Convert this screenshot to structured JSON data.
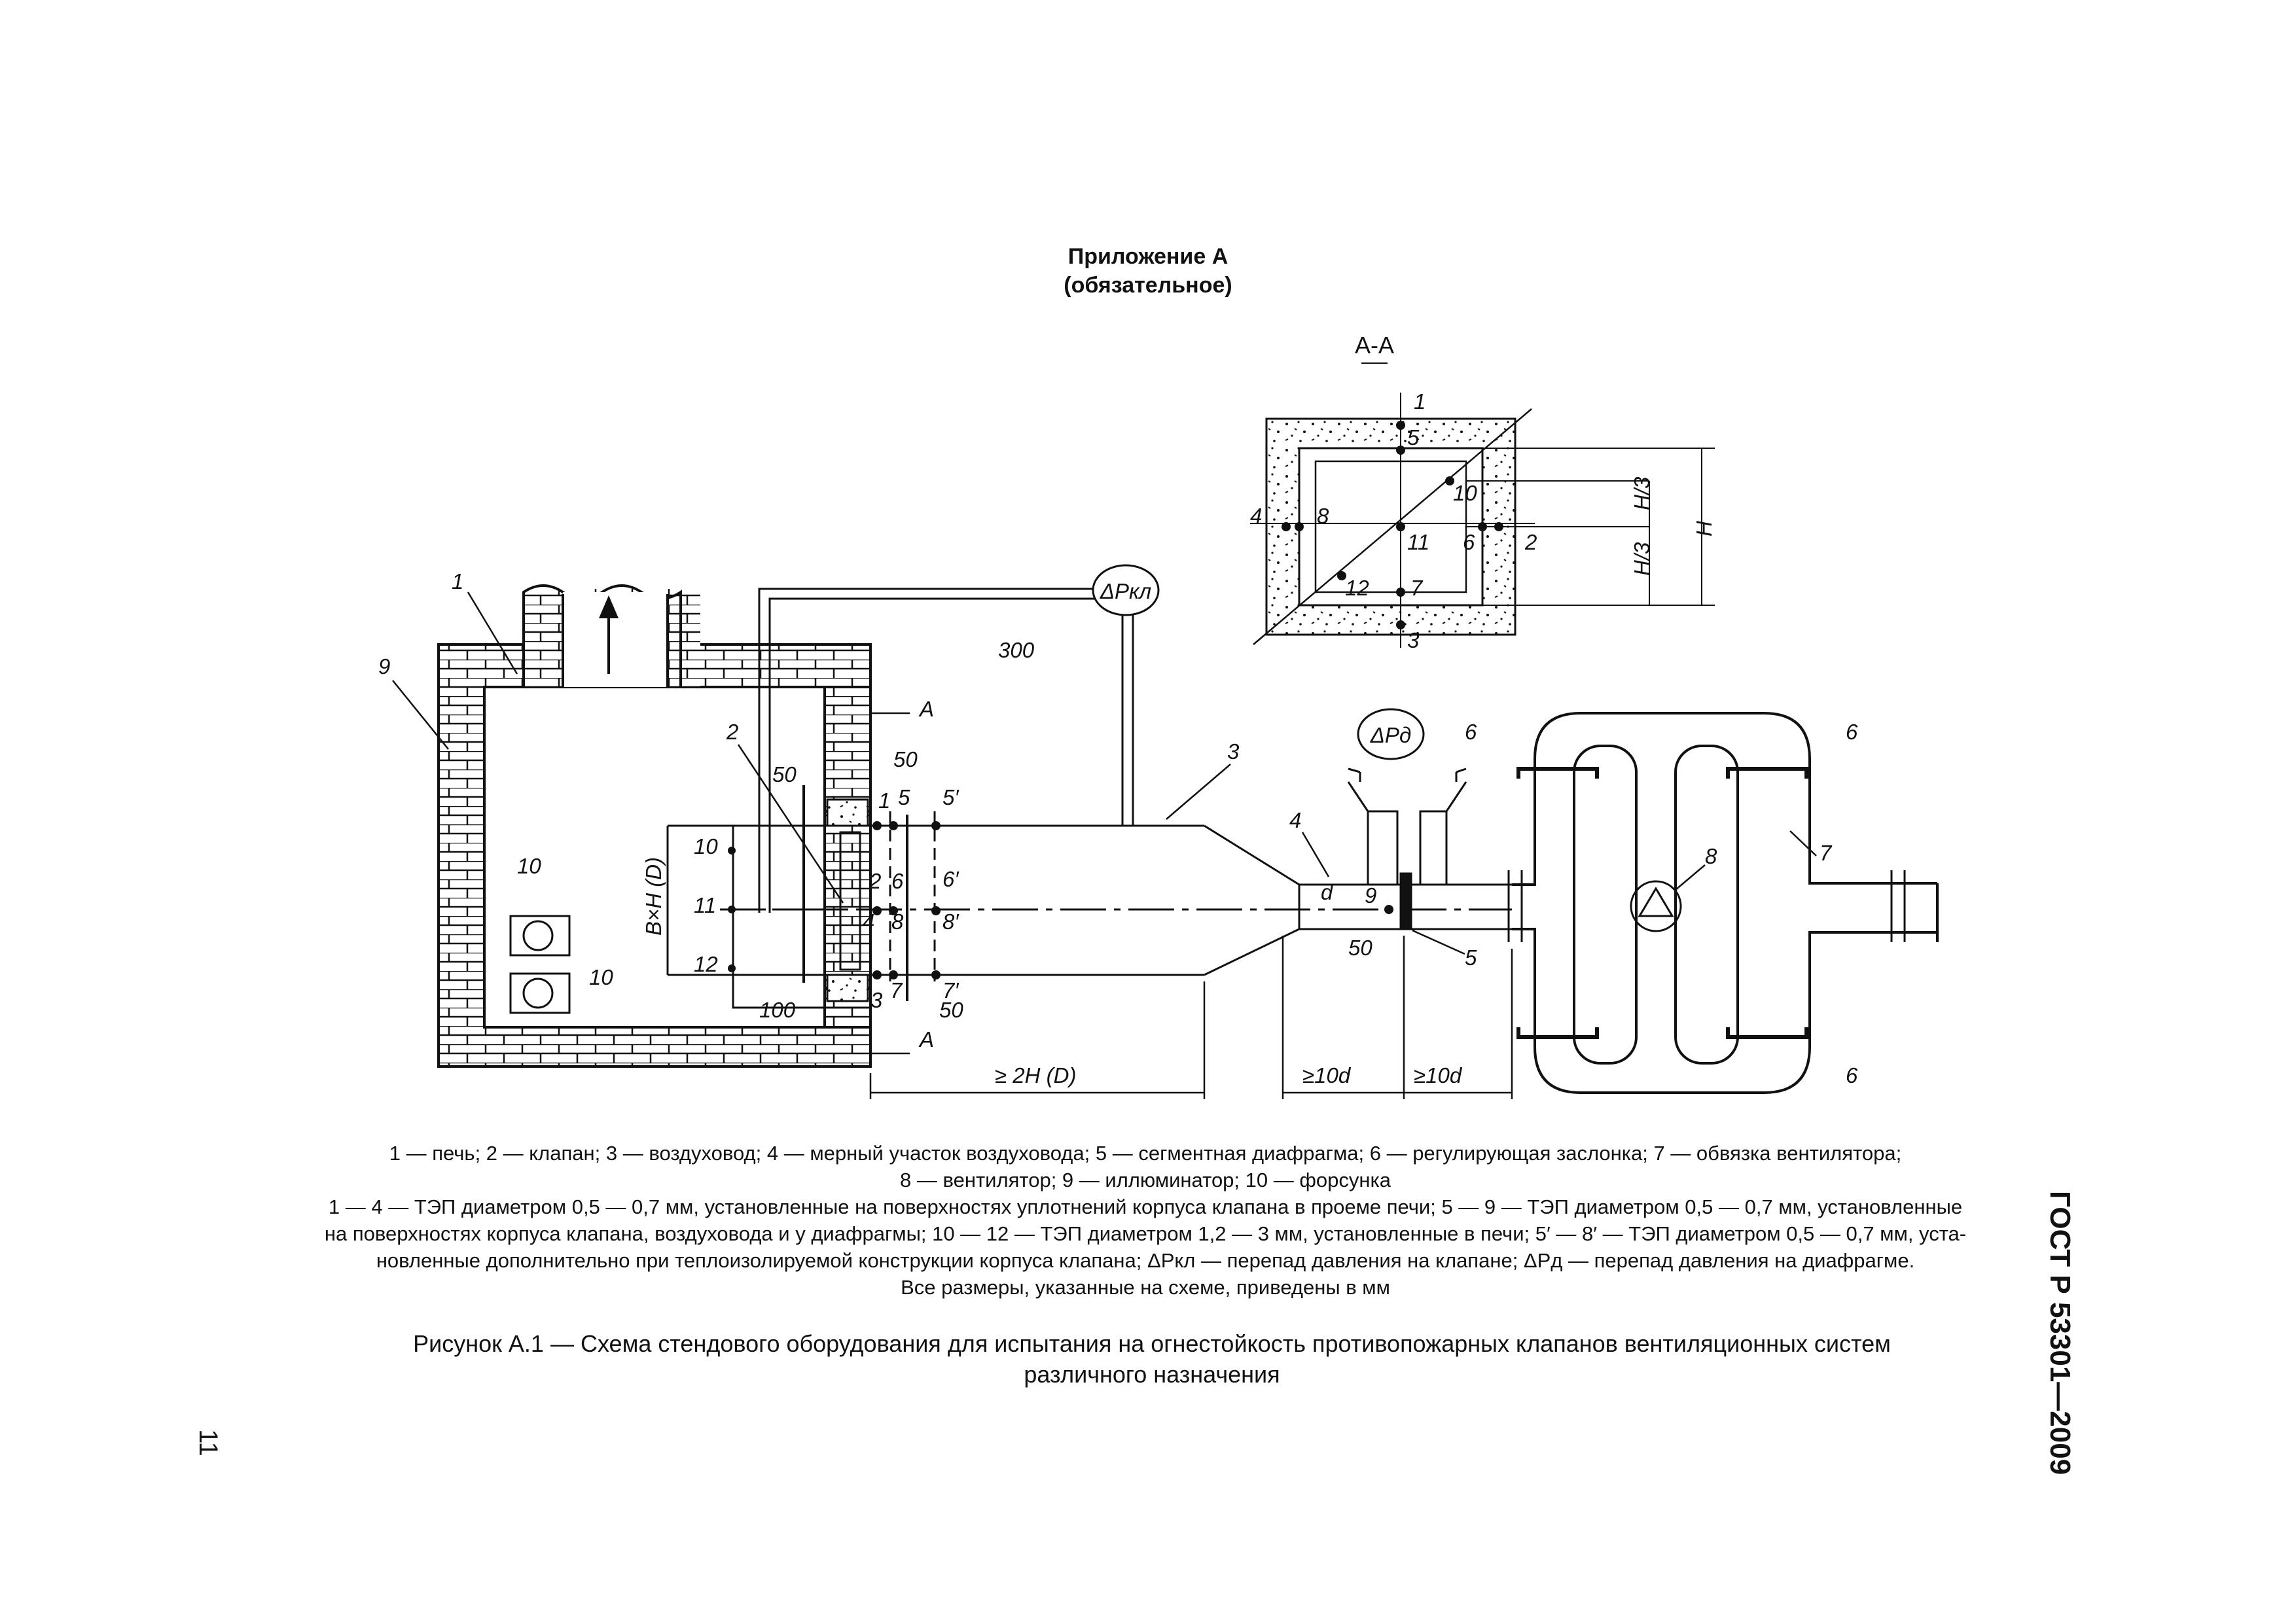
{
  "appendix": {
    "title": "Приложение А",
    "subtitle": "(обязательное)"
  },
  "figure": {
    "section_label": "А-А",
    "callouts": [
      "1",
      "2",
      "3",
      "4",
      "5",
      "6",
      "7",
      "8",
      "9",
      "10"
    ],
    "dims": {
      "d300": "300",
      "d50a": "50",
      "d50b": "50",
      "d50c": "50",
      "d50d": "50",
      "d100": "100",
      "bxh": "B×H (D)",
      "len_2h": "≥ 2H (D)",
      "len_10d_a": "≥10d",
      "len_10d_b": "≥10d",
      "d_label": "d",
      "h": "H",
      "h3a": "H/3",
      "h3b": "H/3",
      "section_a": "А"
    },
    "gauges": {
      "valve": "ΔPкл",
      "diaphragm": "ΔPд"
    },
    "tep_points": [
      "1",
      "2",
      "3",
      "4",
      "5",
      "6",
      "7",
      "8",
      "9",
      "10",
      "11",
      "12",
      "5′",
      "6′",
      "7′",
      "8′"
    ]
  },
  "legend": {
    "line1": "1 — печь; 2 — клапан; 3 — воздуховод; 4 — мерный участок воздуховода; 5 — сегментная диафрагма; 6 — регулирующая заслонка; 7 — обвязка вентилятора;",
    "line2": "8 — вентилятор; 9 — иллюминатор; 10 — форсунка",
    "line3": "1 — 4 — ТЭП диаметром 0,5 — 0,7 мм, установленные на поверхностях уплотнений корпуса клапана в проеме печи; 5 — 9 — ТЭП диаметром 0,5 — 0,7 мм, установленные",
    "line4": "на поверхностях корпуса клапана, воздуховода и у диафрагмы; 10 — 12 — ТЭП диаметром 1,2 — 3 мм, установленные в печи; 5′ — 8′ — ТЭП диаметром 0,5 — 0,7 мм, уста-",
    "line5": "новленные дополнительно при теплоизолируемой конструкции корпуса клапана; ΔPкл — перепад давления на клапане; ΔPд — перепад давления на диафрагме.",
    "line6": "Все размеры, указанные на схеме, приведены в мм"
  },
  "caption": {
    "line1": "Рисунок А.1 — Схема стендового оборудования для испытания на огнестойкость противопожарных клапанов вентиляционных систем",
    "line2": "различного назначения"
  },
  "standard_id": "ГОСТ Р 53301—2009",
  "page_number": "11"
}
